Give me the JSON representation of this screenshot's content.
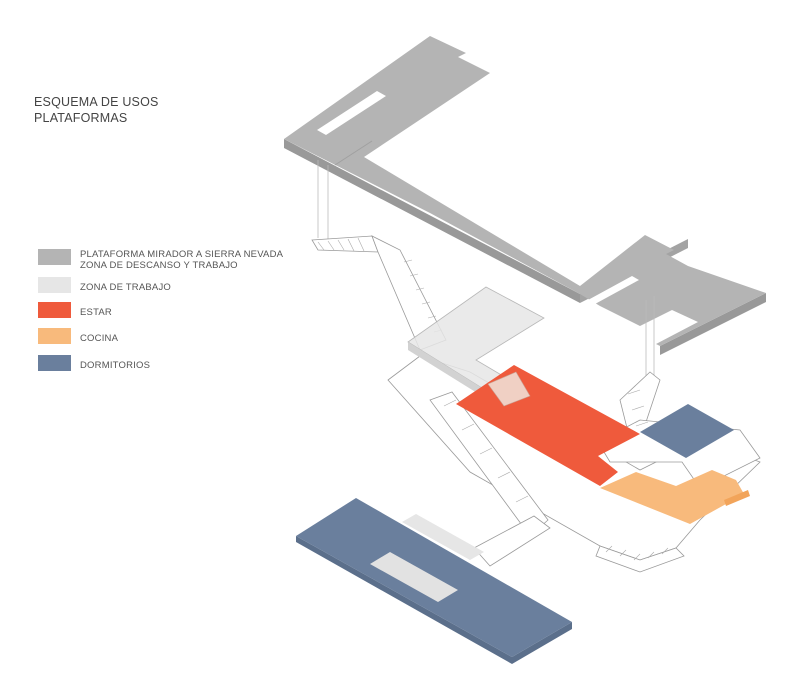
{
  "title": {
    "line1": "ESQUEMA DE USOS",
    "line2": "PLATAFORMAS"
  },
  "legend": {
    "items": [
      {
        "id": "mirador",
        "lines": [
          "PLATAFORMA MIRADOR A SIERRA NEVADA",
          "ZONA DE DESCANSO Y TRABAJO"
        ],
        "color": "#b4b4b4"
      },
      {
        "id": "trabajo",
        "lines": [
          "ZONA DE TRABAJO"
        ],
        "color": "#e6e6e6"
      },
      {
        "id": "estar",
        "lines": [
          "ESTAR"
        ],
        "color": "#ef5a3c"
      },
      {
        "id": "cocina",
        "lines": [
          "COCINA"
        ],
        "color": "#f8ba7c"
      },
      {
        "id": "dormitorios",
        "lines": [
          "DORMITORIOS"
        ],
        "color": "#6a7f9d"
      }
    ]
  },
  "colors": {
    "mirador": "#b4b4b4",
    "mirador_edge": "#999999",
    "trabajo": "#e6e6e6",
    "estar": "#ef5a3c",
    "cocina": "#f8ba7c",
    "dormitorios": "#6a7f9d",
    "structure_fill": "#ffffff",
    "structure_line": "#9a9a9a"
  }
}
